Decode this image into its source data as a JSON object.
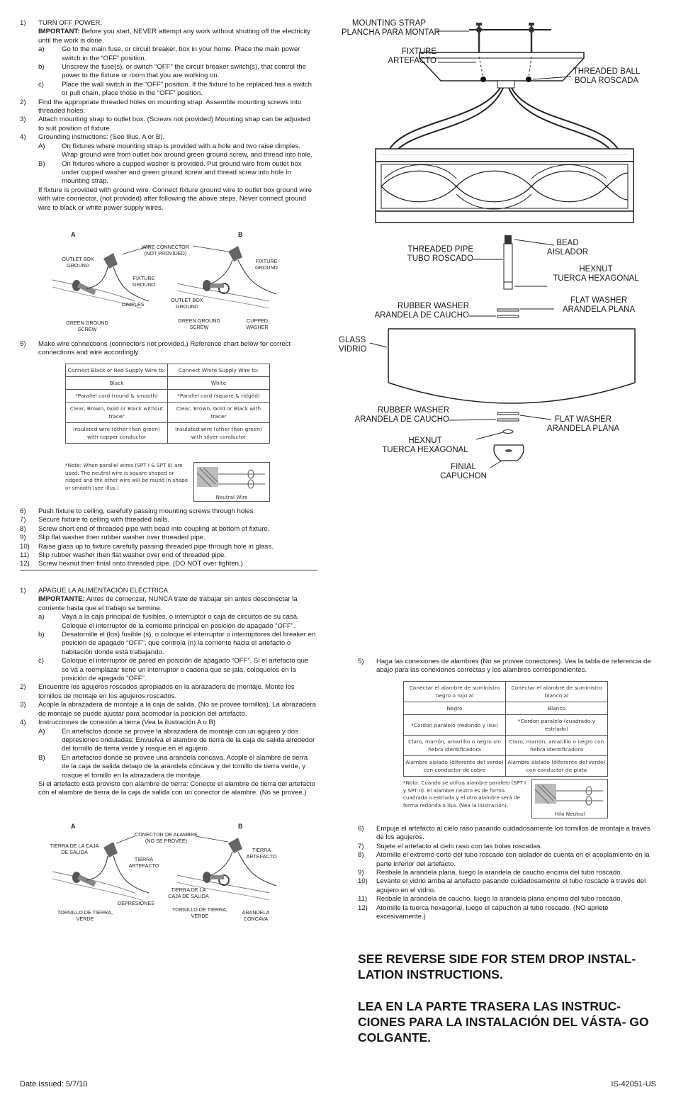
{
  "english": {
    "steps": [
      {
        "n": "1)",
        "text": "TURN OFF POWER."
      },
      {
        "n": "",
        "important_label": "IMPORTANT:",
        "important_text": " Before you start, NEVER attempt any work without shutting off the electricity until the work is done."
      },
      {
        "n": "a)",
        "text": "Go to the main fuse, or circuit breaker, box in your home. Place the main power switch in the “OFF” position."
      },
      {
        "n": "b)",
        "text": "Unscrew the fuse(s), or switch “OFF” the circuit breaker switch(s), that control the power to the fixture or room that you are working on."
      },
      {
        "n": "c)",
        "text": "Place the wall switch in the “OFF” position. If the fixture to be replaced has a switch or pull chain, place those in the “OFF” position."
      },
      {
        "n": "2)",
        "text": "Find the appropriate threaded holes on mounting strap. Assemble mounting screws into threaded holes."
      },
      {
        "n": "3)",
        "text": "Attach mounting strap to outlet box. (Screws not provided) Mounting strap can be adjusted to suit position of fixture."
      },
      {
        "n": "4)",
        "text": "Grounding instructions: (See Illus. A or B)."
      },
      {
        "n": "A)",
        "text": "On fixtures where mounting strap is provided with a hole and two raise dimples. Wrap ground wire from outlet box around green ground screw, and thread into hole."
      },
      {
        "n": "B)",
        "text": "On fixtures where a cupped washer is provided. Put ground wire from outlet box under cupped washer and green ground screw and thread screw into hole in mounting strap."
      },
      {
        "n": "",
        "text": "If fixture is provided with ground wire. Connect fixture ground wire to outlet box ground wire with wire connector, (not provided) after following the above steps. Never connect ground wire to black or white power supply wires."
      }
    ],
    "illus": {
      "a": "A",
      "b": "B",
      "wire_connector": "WIRE CONNECTOR",
      "not_provided": "(NOT PROVIDED)",
      "outlet_box_ground": "OUTLET BOX GROUND",
      "fixture_ground": "FIXTURE GROUND",
      "dimples": "DIMPLES",
      "green_ground_screw": "GREEN GROUND SCREW",
      "cupped_washer": "CUPPED WASHER"
    },
    "step5": {
      "n": "5)",
      "text": "Make wire connections (connectors not provided.) Reference chart below for correct connections and wire accordingly."
    },
    "table": {
      "h1": "Connect Black or Red Supply Wire to:",
      "h2": "Connect White Supply Wire to:",
      "r1": [
        "Black",
        "White"
      ],
      "r2": [
        "*Parallel cord (round & smooth)",
        "*Parallel cord (square & ridged)"
      ],
      "r3": [
        "Clear, Brown, Gold or Black without tracer",
        "Clear, Brown, Gold or Black with tracer"
      ],
      "r4": [
        "Insulated wire (other than green) with copper conductor",
        "Insulated wire (other than green) with silver conductor"
      ],
      "note": "*Note: When parallel wires (SPT I & SPT II) are used. The neutral wire is square shaped or ridged and the other wire will be round in shape or smooth (see illus.)",
      "neutral": "Neutral Wire"
    },
    "steps2": [
      {
        "n": "6)",
        "text": "Push fixture to ceiling, carefully passing mounting screws through holes."
      },
      {
        "n": "7)",
        "text": "Secure fixture to ceiling with threaded balls."
      },
      {
        "n": "8)",
        "text": "Screw short end of threaded pipe with bead into coupling at bottom of fixture."
      },
      {
        "n": "9)",
        "text": "Slip flat washer then rubber washer over threaded pipe."
      },
      {
        "n": "10)",
        "text": "Raise glass up to fixture carefully passing threaded pipe through hole in glass."
      },
      {
        "n": "11)",
        "text": "Slip rubber washer then flat washer over end of threaded pipe."
      },
      {
        "n": "12)",
        "text": "Screw hexnut then finial onto threaded pipe. (DO NOT  over tighten.)"
      }
    ]
  },
  "spanish": {
    "steps": [
      {
        "n": "1)",
        "text": "APAGUE LA ALIMENTACIÓN ELÉCTRICA."
      },
      {
        "n": "",
        "important_label": "IMPORTANTE:",
        "important_text": " Antes de comenzar, NUNCA trate de trabajar sin antes desconectar la corriente hasta que el trabajo se termine."
      },
      {
        "n": "a)",
        "text": "Vaya a la caja principal de fusibles, o interruptor o caja de circuitos de su casa. Coloque el interruptor de la corriente principal en posición de apagado “OFF”."
      },
      {
        "n": "b)",
        "text": "Desatornille el (los) fusible (s), o coloque el interruptor o interruptores del breaker en posición de apagado “OFF”, que controla (n) la corriente hacia el artefacto o habitación donde está trabajando."
      },
      {
        "n": "c)",
        "text": "Coloque el interruptor de pared en posición de apagado “OFF”. Si el artefacto que se va a reemplazar tiene un interruptor o cadena que se jala, colóquelos en la posición de apagado “OFF”."
      },
      {
        "n": "2)",
        "text": "Encuentre los agujeros roscados apropiados en la abrazadera de montaje. Monte los tornillos de montaje en los agujeros roscados."
      },
      {
        "n": "3)",
        "text": "Acople la abrazadera de montaje a la caja de salida. (No se provee tornillos). La abrazadera de montaje se puede ajustar para acomodar la  posición del artefacto."
      },
      {
        "n": "4)",
        "text": "Instrucciones de conexión a tierra (Vea la ilustración A o B)"
      },
      {
        "n": "A)",
        "text": "En artefactos donde se provee la abrazadera de montaje con un agujero y dos depresiones onduladas:  Envuelva el alambre de tierra de la caja de salida alrededor del tornillo de tierra verde y rosque en el agujero."
      },
      {
        "n": "B)",
        "text": "En artefactos donde se provee una arandela cóncava. Acople el alambre de tierra de la caja de salida debajo de la arandela cóncava y del tornillo de tierra verde, y rosque el tornillo en la abrazadera de montaje."
      },
      {
        "n": "",
        "text": "Si el artefacto está  provisto con alambre de tierra:  Conecte el alambre de tierra del artefacto con el alambre de tierra de la caja de salida con un conector de alambre. (No se provee.)"
      }
    ],
    "illus": {
      "a": "A",
      "b": "B",
      "wire_connector": "CONECTOR DE ALAMBRE",
      "not_provided": "(NO SE PROVEE)",
      "outlet_box_ground": "TIERRA DE LA CAJA DE SALIDA",
      "fixture_ground": "TIERRA ARTEFACTO",
      "dimples": "DEPRESIONES",
      "green_ground_screw": "TORNILLO DE TIERRA, VERDE",
      "cupped_washer": "ARANDELA CONCAVA"
    },
    "step5": {
      "n": "5)",
      "text": "Haga las conexiones de alambres (No se provee conectores). Vea la tabla de referencia de abajo para las conexiones correctas y los alambres correspondientes."
    },
    "table": {
      "h1": "Conectar el alambre de suministro negro o rojo al",
      "h2": "Conectar el alambre de suministro blanco al",
      "r1": [
        "Negro",
        "Blanco"
      ],
      "r2": [
        "*Cordon paralelo (redondo y liso)",
        "*Cordon paralelo (cuadrado y estriado)"
      ],
      "r3": [
        "Claro, marrón, amarillio o negro sin hebra identificadora",
        "Claro, marrón, amarillio o negro con hebra identificadora"
      ],
      "r4": [
        "Alambre aislado (diferente del verde) con conductor de cobre",
        "Alambre aislado (diferente del verde) con conductor de plata"
      ],
      "note": "*Nota: Cuando se utiliza alambre paralelo (SPT I y SPT II). El alambre neutro es de forma cuadrada o estriada y el otro alambre será de forma redonda o lisa. (Vea la ilustración).",
      "neutral": "Hilo Neutral"
    },
    "steps2": [
      {
        "n": "6)",
        "text": "Empuje el artefacto al cielo raso pasando cuidadosamente los tornillos de montaje a través de los agujeros."
      },
      {
        "n": "7)",
        "text": "Sujete el artefacto al cielo raso con las bolas roscadas."
      },
      {
        "n": "8)",
        "text": "Atornille el extremo corto del tubo roscado con aislador de cuenta en el acoplamiento en la parte inferior del artefacto."
      },
      {
        "n": "9)",
        "text": "Resbale la arandela plana, luego la arandela de caucho encima del tubo roscado."
      },
      {
        "n": "10)",
        "text": "Levante el vidrio arriba al artefacto pasando cuidadosamente el tubo roscado a través del agujero en el vidrio."
      },
      {
        "n": "11)",
        "text": "Resbale la arandela de caucho, luego la arandela plana encima del tubo roscado."
      },
      {
        "n": "12)",
        "text": "Atornille la tuerca hexagonal, luego el capuchón al tubo roscado. (NO apriete excesivamente.)"
      }
    ]
  },
  "diagram": {
    "mounting_strap": "MOUNTING STRAP",
    "plancha": "PLANCHA PARA MONTAR",
    "fixture": "FIXTURE",
    "artefacto": "ARTEFACTO",
    "threaded_ball": "THREADED BALL",
    "bola_roscada": "BOLA ROSCADA",
    "threaded_pipe": "THREADED PIPE",
    "tubo_roscado": "TUBO ROSCADO",
    "bead": "BEAD",
    "aislador": "AISLADOR",
    "hexnut": "HEXNUT",
    "tuerca": "TUERCA HEXAGONAL",
    "rubber_washer": "RUBBER WASHER",
    "arandela_caucho": "ARANDELA DE CAUCHO",
    "flat_washer": "FLAT WASHER",
    "arandela_plana": "ARANDELA PLANA",
    "glass": "GLASS",
    "vidrio": "VIDRIO",
    "finial": "FINIAL",
    "capuchon": "CAPUCHON"
  },
  "notices": {
    "en": "SEE REVERSE SIDE FOR STEM DROP INSTAL- LATION INSTRUCTIONS.",
    "es": "LEA EN LA PARTE TRASERA LAS INSTRUC- CIONES PARA LA INSTALACIÓN DEL VÁSTA- GO COLGANTE."
  },
  "footer": {
    "date": "Date Issued: 5/7/10",
    "code": "IS-42051-US"
  }
}
